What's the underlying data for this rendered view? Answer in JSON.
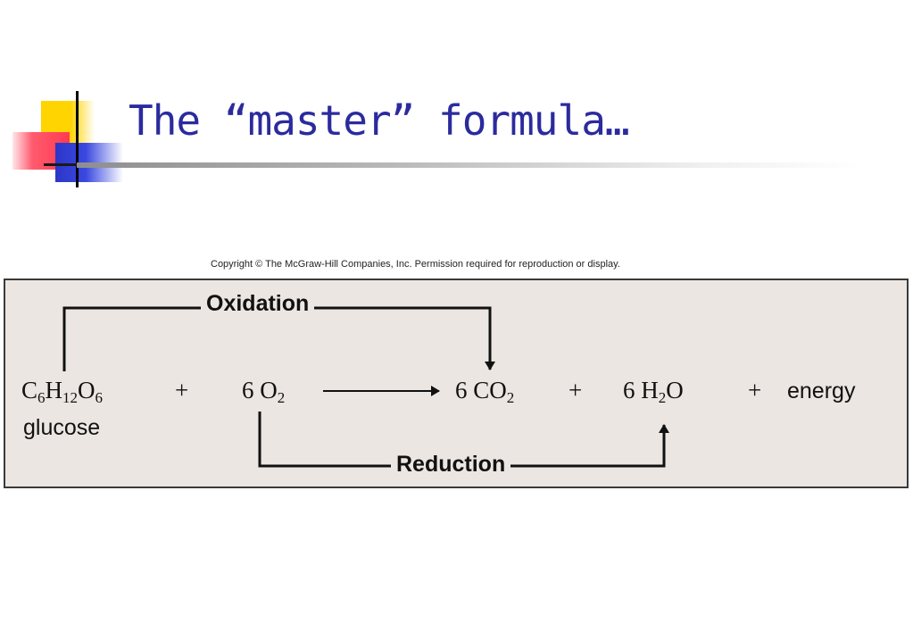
{
  "slide": {
    "title": "The “master” formula…"
  },
  "figure": {
    "copyright": "Copyright © The McGraw-Hill Companies, Inc. Permission required for reproduction or display.",
    "oxidation_label": "Oxidation",
    "reduction_label": "Reduction",
    "equation": {
      "glucose_formula": {
        "c": "C",
        "c_n": "6",
        "h": "H",
        "h_n": "12",
        "o": "O",
        "o_n": "6"
      },
      "glucose_name": "glucose",
      "plus_1": "+",
      "oxygen": {
        "coef": "6",
        "o": "O",
        "o_n": "2"
      },
      "carbon_dioxide": {
        "coef": "6",
        "co": "CO",
        "o_n": "2"
      },
      "plus_2": "+",
      "water": {
        "coef": "6",
        "h": "H",
        "h_n": "2",
        "o": "O"
      },
      "plus_3": "+",
      "energy": "energy"
    }
  }
}
